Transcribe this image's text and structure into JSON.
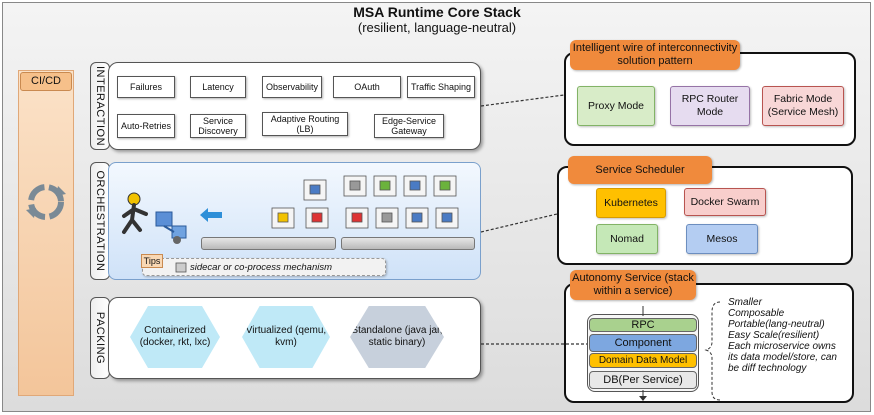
{
  "header": {
    "title": "MSA Runtime Core Stack",
    "subtitle": "(resilient, language-neutral)"
  },
  "cicd": {
    "label": "CI/CD",
    "icon": "cycle-arrows-icon"
  },
  "layers": {
    "interaction": {
      "label": "INTERACTION",
      "items": [
        "Failures",
        "Latency",
        "Observability",
        "OAuth",
        "Traffic Shaping",
        "Auto-Retries",
        "Service Discovery",
        "Adaptive Routing (LB)",
        "Edge-Service Gateway"
      ]
    },
    "orchestration": {
      "label": "ORCHESTRATION",
      "tips_tag": "Tips",
      "tips_text": "sidecar or co-process mechanism",
      "icons": [
        "person-icon",
        "network-device-icon",
        "exchange-arrows-icon",
        "container-cube-icon",
        "server-rack-icon"
      ]
    },
    "packing": {
      "label": "PACKING",
      "items": [
        "Containerized (docker, rkt, lxc)",
        "Virtualized (qemu, kvm)",
        "Standalone (java jar, static binary)"
      ],
      "colors": [
        "#bfe9f7",
        "#bfe9f7",
        "#c7d0dc"
      ]
    }
  },
  "interconnect": {
    "title": "Intelligent wire of interconnectivity solution pattern",
    "modes": [
      {
        "label": "Proxy Mode",
        "color": "#d8ecc8",
        "border": "#82b366"
      },
      {
        "label": "RPC  Router Mode",
        "color": "#e6dcf0",
        "border": "#9673a6"
      },
      {
        "label": "Fabric Mode (Service Mesh)",
        "color": "#f8d7d7",
        "border": "#b85450"
      }
    ]
  },
  "scheduler": {
    "title": "Service Scheduler",
    "items": [
      {
        "label": "Kubernetes",
        "color": "#ffc000",
        "border": "#d79b00"
      },
      {
        "label": "Docker Swarm",
        "color": "#f8cecc",
        "border": "#b85450"
      },
      {
        "label": "Nomad",
        "color": "#c5e8b7",
        "border": "#82b366"
      },
      {
        "label": "Mesos",
        "color": "#b4cdf2",
        "border": "#6c8ebf"
      }
    ]
  },
  "autonomy": {
    "title": "Autonomy Service (stack within a service)",
    "stack": [
      {
        "label": "RPC",
        "color": "#a9d18e"
      },
      {
        "label": "Component",
        "color": "#7da7e0"
      },
      {
        "label": "Domain Data Model",
        "color": "#ffc000"
      },
      {
        "label": "DB(Per Service)",
        "color": "#e8e8e8"
      }
    ],
    "notes": [
      "Smaller",
      "Composable",
      "Portable(lang-neutral)",
      "Easy Scale(resilient)",
      "Each microservice owns its data model/store, can be diff technology"
    ]
  }
}
